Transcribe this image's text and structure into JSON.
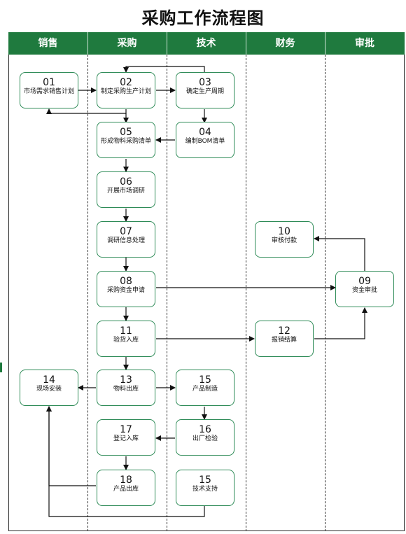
{
  "title": "采购工作流程图",
  "lanes": [
    "销售",
    "采购",
    "技术",
    "财务",
    "审批"
  ],
  "colors": {
    "header": "#1f7a3e",
    "node_border": "#2e8b57"
  },
  "nodes": [
    {
      "id": "n01",
      "num": "01",
      "label": "市场需求销售计划"
    },
    {
      "id": "n02",
      "num": "02",
      "label": "制定采购生产计划"
    },
    {
      "id": "n03",
      "num": "03",
      "label": "确定生产周期"
    },
    {
      "id": "n04",
      "num": "04",
      "label": "编制BOM清单"
    },
    {
      "id": "n05",
      "num": "05",
      "label": "形成物料采购清单"
    },
    {
      "id": "n06",
      "num": "06",
      "label": "开展市场调研"
    },
    {
      "id": "n07",
      "num": "07",
      "label": "调研信息处理"
    },
    {
      "id": "n08",
      "num": "08",
      "label": "采购资金申请"
    },
    {
      "id": "n09",
      "num": "09",
      "label": "资金审批"
    },
    {
      "id": "n10",
      "num": "10",
      "label": "审核付款"
    },
    {
      "id": "n11",
      "num": "11",
      "label": "验货入库"
    },
    {
      "id": "n12",
      "num": "12",
      "label": "报销结算"
    },
    {
      "id": "n13",
      "num": "13",
      "label": "物料出库"
    },
    {
      "id": "n14",
      "num": "14",
      "label": "现场安装"
    },
    {
      "id": "n15a",
      "num": "15",
      "label": "产品制造"
    },
    {
      "id": "n16",
      "num": "16",
      "label": "出厂检验"
    },
    {
      "id": "n17",
      "num": "17",
      "label": "登记入库"
    },
    {
      "id": "n18",
      "num": "18",
      "label": "产品出库"
    },
    {
      "id": "n15b",
      "num": "15",
      "label": "技术支持"
    }
  ]
}
